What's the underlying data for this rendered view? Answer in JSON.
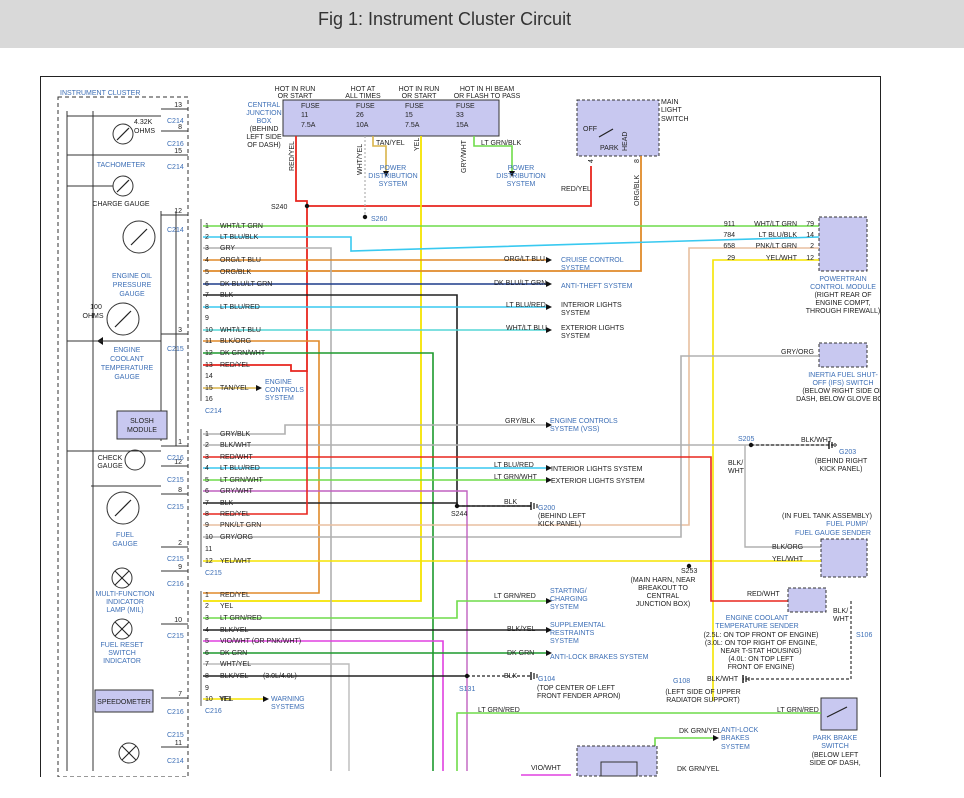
{
  "page": {
    "title": "Fig 1: Instrument Cluster Circuit"
  },
  "colors": {
    "blue_label": "#3d6fb6",
    "box_fill": "#c8c8f0"
  },
  "cluster": {
    "title": "INSTRUMENT CLUSTER",
    "tach_ohms": "4.32K",
    "tach_ohms_unit": "OHMS",
    "tachometer": "TACHOMETER",
    "charge_gauge": "CHARGE GAUGE",
    "oil1": "ENGINE OIL",
    "oil2": "PRESSURE",
    "oil3": "GAUGE",
    "ohms100": "100",
    "ohms100u": "OHMS",
    "cool1": "ENGINE",
    "cool2": "COOLANT",
    "cool3": "TEMPERATURE",
    "cool4": "GAUGE",
    "slosh1": "SLOSH",
    "slosh2": "MODULE",
    "check1": "CHECK",
    "check2": "GAUGE",
    "fuel1": "FUEL",
    "fuel2": "GAUGE",
    "mil1": "MULTI-FUNCTION",
    "mil2": "INDICATOR",
    "mil3": "LAMP (MIL)",
    "fr1": "FUEL RESET",
    "fr2": "SWITCH",
    "fr3": "INDICATOR",
    "speedo": "SPEEDOMETER"
  },
  "pins": [
    "13",
    "8",
    "15",
    "12",
    "3",
    "1",
    "12",
    "8",
    "2",
    "9",
    "10",
    "7",
    "11"
  ],
  "conns": [
    "C214",
    "C216",
    "C214",
    "C214",
    "C215",
    "C216",
    "C215",
    "C215",
    "C215",
    "C216",
    "C215",
    "C216",
    "C215",
    "C214"
  ],
  "fuses": {
    "cjb1": "CENTRAL",
    "cjb2": "JUNCTION",
    "cjb3": "BOX",
    "cjb4": "(BEHIND",
    "cjb5": "LEFT SIDE",
    "cjb6": "OF DASH)",
    "hot1a": "HOT IN RUN",
    "hot1b": "OR START",
    "hot2a": "HOT AT",
    "hot2b": "ALL TIMES",
    "hot3a": "HOT IN RUN",
    "hot3b": "OR START",
    "hot4a": "HOT IN HI BEAM",
    "hot4b": "OR FLASH TO PASS",
    "f1": [
      "FUSE",
      "11",
      "7.5A"
    ],
    "f2": [
      "FUSE",
      "26",
      "10A"
    ],
    "f3": [
      "FUSE",
      "15",
      "7.5A"
    ],
    "f4": [
      "FUSE",
      "33",
      "15A"
    ],
    "tanyel": "TAN/YEL",
    "ltgrnblk": "LT GRN/BLK",
    "pds": [
      "POWER",
      "DISTRIBUTION",
      "SYSTEM"
    ],
    "redyel_v": "RED/YEL",
    "whtyel_v": "WHT/YEL",
    "yel_v": "YEL",
    "gryhwt_v": "GRY/WHT"
  },
  "mls": {
    "l1": "MAIN",
    "l2": "LIGHT",
    "l3": "SWITCH",
    "off": "OFF",
    "park": "PARK",
    "head": "HEAD",
    "p4": "4",
    "p8": "8",
    "orgblk": "ORG/BLK"
  },
  "splices": {
    "s240": "S240",
    "s260": "S260",
    "s205": "S205",
    "s244": "S244",
    "s253": "S253",
    "s131": "S131",
    "s106": "S106"
  },
  "c214_rows": [
    {
      "n": "1",
      "c": "WHT/LT GRN"
    },
    {
      "n": "2",
      "c": "LT BLU/BLK"
    },
    {
      "n": "3",
      "c": "GRY"
    },
    {
      "n": "4",
      "c": "ORG/LT BLU"
    },
    {
      "n": "5",
      "c": "ORG/BLK"
    },
    {
      "n": "6",
      "c": "DK BLU/LT GRN"
    },
    {
      "n": "7",
      "c": "BLK"
    },
    {
      "n": "8",
      "c": "LT BLU/RED"
    },
    {
      "n": "9",
      "c": ""
    },
    {
      "n": "10",
      "c": "WHT/LT BLU"
    },
    {
      "n": "11",
      "c": "BLK/ORG"
    },
    {
      "n": "12",
      "c": "DK GRN/WHT"
    },
    {
      "n": "13",
      "c": "RED/YEL"
    },
    {
      "n": "14",
      "c": ""
    },
    {
      "n": "15",
      "c": "TAN/YEL"
    },
    {
      "n": "16",
      "c": ""
    }
  ],
  "c214_label": "C214",
  "c215_rows": [
    {
      "n": "1",
      "c": "GRY/BLK"
    },
    {
      "n": "2",
      "c": "BLK/WHT"
    },
    {
      "n": "3",
      "c": "RED/WHT"
    },
    {
      "n": "4",
      "c": "LT BLU/RED"
    },
    {
      "n": "5",
      "c": "LT GRN/WHT"
    },
    {
      "n": "6",
      "c": "GRY/WHT"
    },
    {
      "n": "7",
      "c": "BLK"
    },
    {
      "n": "8",
      "c": "RED/YEL"
    },
    {
      "n": "9",
      "c": "PNK/LT GRN"
    },
    {
      "n": "10",
      "c": "GRY/ORG"
    },
    {
      "n": "11",
      "c": ""
    },
    {
      "n": "12",
      "c": "YEL/WHT"
    }
  ],
  "c215_label": "C215",
  "c216_rows": [
    {
      "n": "1",
      "c": "RED/YEL"
    },
    {
      "n": "2",
      "c": "YEL"
    },
    {
      "n": "3",
      "c": "LT GRN/RED"
    },
    {
      "n": "4",
      "c": "BLK/YEL"
    },
    {
      "n": "5",
      "c": "VIO/WHT (OR PNK/WHT)"
    },
    {
      "n": "6",
      "c": "DK GRN"
    },
    {
      "n": "7",
      "c": "WHT/YEL"
    },
    {
      "n": "8",
      "c": "BLK/YEL"
    },
    {
      "n": "9",
      "c": ""
    },
    {
      "n": "10",
      "c": "YEL"
    }
  ],
  "c216_label": "C216",
  "c216_8_note": "(3.0L/4.0L)",
  "systems": {
    "ecs1": [
      "ENGINE",
      "CONTROLS",
      "SYSTEM"
    ],
    "cruise": [
      "CRUISE CONTROL",
      "SYSTEM"
    ],
    "antitheft": "ANTI-THEFT SYSTEM",
    "interior": [
      "INTERIOR LIGHTS",
      "SYSTEM"
    ],
    "exterior": [
      "EXTERIOR LIGHTS",
      "SYSTEM"
    ],
    "vss": [
      "ENGINE CONTROLS",
      "SYSTEM (VSS)"
    ],
    "interior2": "INTERIOR LIGHTS SYSTEM",
    "exterior2": "EXTERIOR LIGHTS SYSTEM",
    "starting": [
      "STARTING/",
      "CHARGING",
      "SYSTEM"
    ],
    "srs": [
      "SUPPLEMENTAL",
      "RESTRAINTS",
      "SYSTEM"
    ],
    "abs": "ANTI-LOCK BRAKES SYSTEM",
    "warning": [
      "WARNING",
      "SYSTEMS"
    ],
    "abs2": [
      "ANTI-LOCK",
      "BRAKES",
      "SYSTEM"
    ]
  },
  "sys_wires": {
    "orgltblu": "ORG/LT BLU",
    "dkblultgrn": "DK BLU/LT GRN",
    "ltblured": "LT BLU/RED",
    "whtltblu": "WHT/LT BLU",
    "gryblk": "GRY/BLK",
    "ltblured2": "LT BLU/RED",
    "ltgrnwht": "LT GRN/WHT",
    "blk": "BLK",
    "ltgrnred": "LT GRN/RED",
    "blkyel": "BLK/YEL",
    "dkgrn": "DK GRN",
    "blk2": "BLK",
    "ltgrnred2": "LT GRN/RED",
    "ltgrnred3": "LT GRN/RED",
    "dkgrnyel": "DK GRN/YEL",
    "dkgrnyel2": "DK GRN/YEL",
    "viowht": "VIO/WHT"
  },
  "pcm": {
    "rows": [
      {
        "circ": "911",
        "c": "WHT/LT GRN",
        "p": "79"
      },
      {
        "circ": "784",
        "c": "LT BLU/BLK",
        "p": "14"
      },
      {
        "circ": "658",
        "c": "PNK/LT GRN",
        "p": "2"
      },
      {
        "circ": "29",
        "c": "YEL/WHT",
        "p": "12"
      }
    ],
    "l1": "POWERTRAIN",
    "l2": "CONTROL MODULE",
    "l3": "(RIGHT REAR OF",
    "l4": "ENGINE COMPT,",
    "l5": "THROUGH FIREWALL)"
  },
  "ifs": {
    "wire": "GRY/ORG",
    "l1": "INERTIA FUEL SHUT-",
    "l2": "OFF (IFS) SWITCH",
    "l3": "(BELOW RIGHT SIDE OF",
    "l4": "DASH, BELOW GLOVE BOX)"
  },
  "mlsw": {
    "redyel": "RED/YEL"
  },
  "g203": {
    "wire": "BLK/WHT",
    "label": "G203",
    "l1": "(BEHIND RIGHT",
    "l2": "KICK PANEL)",
    "blkwht1": "BLK/",
    "blkwht2": "WHT"
  },
  "g200": {
    "label": "G200",
    "l1": "(BEHIND LEFT",
    "l2": "KICK PANEL)"
  },
  "fuelpump": {
    "l0": "(IN FUEL TANK ASSEMBLY)",
    "l1": "FUEL PUMP/",
    "l2": "FUEL GAUGE SENDER",
    "w1": "BLK/ORG",
    "w2": "YEL/WHT"
  },
  "s253": {
    "l1": "(MAIN HARN, NEAR",
    "l2": "BREAKOUT TO",
    "l3": "CENTRAL",
    "l4": "JUNCTION BOX)"
  },
  "ects": {
    "wire": "RED/WHT",
    "l1": "ENGINE COOLANT",
    "l2": "TEMPERATURE SENDER",
    "l3": "(2.5L: ON TOP FRONT OF ENGINE)",
    "l4": "(3.0L: ON TOP RIGHT OF ENGINE,",
    "l5": "NEAR T-STAT HOUSING)",
    "l6": "(4.0L: ON TOP LEFT",
    "l7": "FRONT OF ENGINE)",
    "bw1": "BLK/",
    "bw2": "WHT"
  },
  "g108": {
    "wire": "BLK/WHT",
    "label": "G108",
    "l1": "(LEFT SIDE OF UPPER",
    "l2": "RADIATOR SUPPORT)"
  },
  "g104": {
    "label": "G104",
    "l1": "(TOP CENTER OF LEFT",
    "l2": "FRONT FENDER APRON)"
  },
  "pbs": {
    "l1": "PARK BRAKE",
    "l2": "SWITCH",
    "l3": "(BELOW LEFT",
    "l4": "SIDE OF DASH,"
  }
}
